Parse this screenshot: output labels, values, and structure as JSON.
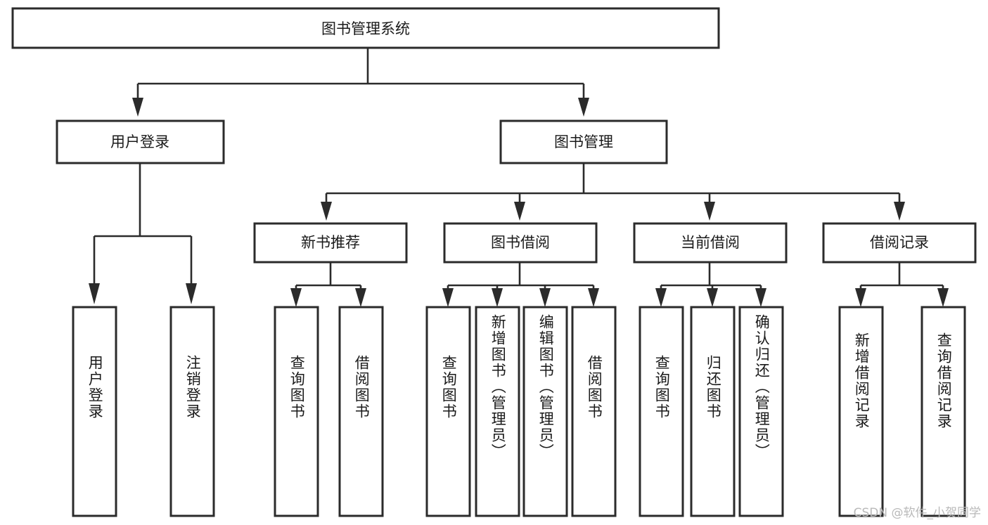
{
  "diagram": {
    "title": "图书管理系统",
    "type": "功能结构图",
    "root": {
      "id": "root",
      "label": "图书管理系统",
      "orientation": "horizontal"
    },
    "level1": [
      {
        "id": "user-login",
        "label": "用户登录",
        "orientation": "horizontal"
      },
      {
        "id": "book-manage",
        "label": "图书管理",
        "orientation": "horizontal"
      }
    ],
    "level2": [
      {
        "id": "new-book-recommend",
        "label": "新书推荐",
        "parent": "book-manage",
        "orientation": "horizontal"
      },
      {
        "id": "book-borrow",
        "label": "图书借阅",
        "parent": "book-manage",
        "orientation": "horizontal"
      },
      {
        "id": "current-borrow",
        "label": "当前借阅",
        "parent": "book-manage",
        "orientation": "horizontal"
      },
      {
        "id": "borrow-record",
        "label": "借阅记录",
        "parent": "book-manage",
        "orientation": "horizontal"
      }
    ],
    "leaves": [
      {
        "id": "leaf-user-login",
        "label": "用户登录",
        "parent": "user-login",
        "orientation": "vertical"
      },
      {
        "id": "leaf-user-logout",
        "label": "注销登录",
        "parent": "user-login",
        "orientation": "vertical"
      },
      {
        "id": "leaf-query-book-1",
        "label": "查询图书",
        "parent": "new-book-recommend",
        "orientation": "vertical"
      },
      {
        "id": "leaf-borrow-book-1",
        "label": "借阅图书",
        "parent": "new-book-recommend",
        "orientation": "vertical"
      },
      {
        "id": "leaf-query-book-2",
        "label": "查询图书",
        "parent": "book-borrow",
        "orientation": "vertical"
      },
      {
        "id": "leaf-add-book",
        "label": "新增图书（管理员）",
        "parent": "book-borrow",
        "orientation": "vertical"
      },
      {
        "id": "leaf-edit-book",
        "label": "编辑图书（管理员）",
        "parent": "book-borrow",
        "orientation": "vertical"
      },
      {
        "id": "leaf-borrow-book-2",
        "label": "借阅图书",
        "parent": "book-borrow",
        "orientation": "vertical"
      },
      {
        "id": "leaf-query-book-3",
        "label": "查询图书",
        "parent": "current-borrow",
        "orientation": "vertical"
      },
      {
        "id": "leaf-return-book",
        "label": "归还图书",
        "parent": "current-borrow",
        "orientation": "vertical"
      },
      {
        "id": "leaf-confirm-return",
        "label": "确认归还（管理员）",
        "parent": "current-borrow",
        "orientation": "vertical"
      },
      {
        "id": "leaf-add-record",
        "label": "新增借阅记录",
        "parent": "borrow-record",
        "orientation": "vertical"
      },
      {
        "id": "leaf-query-record",
        "label": "查询借阅记录",
        "parent": "borrow-record",
        "orientation": "vertical"
      }
    ],
    "watermark": "CSDN @软件_小贺同学",
    "colors": {
      "stroke": "#2b2b2b",
      "fill": "#ffffff",
      "text": "#1a1a1a",
      "watermark": "#b9b9b9"
    }
  }
}
